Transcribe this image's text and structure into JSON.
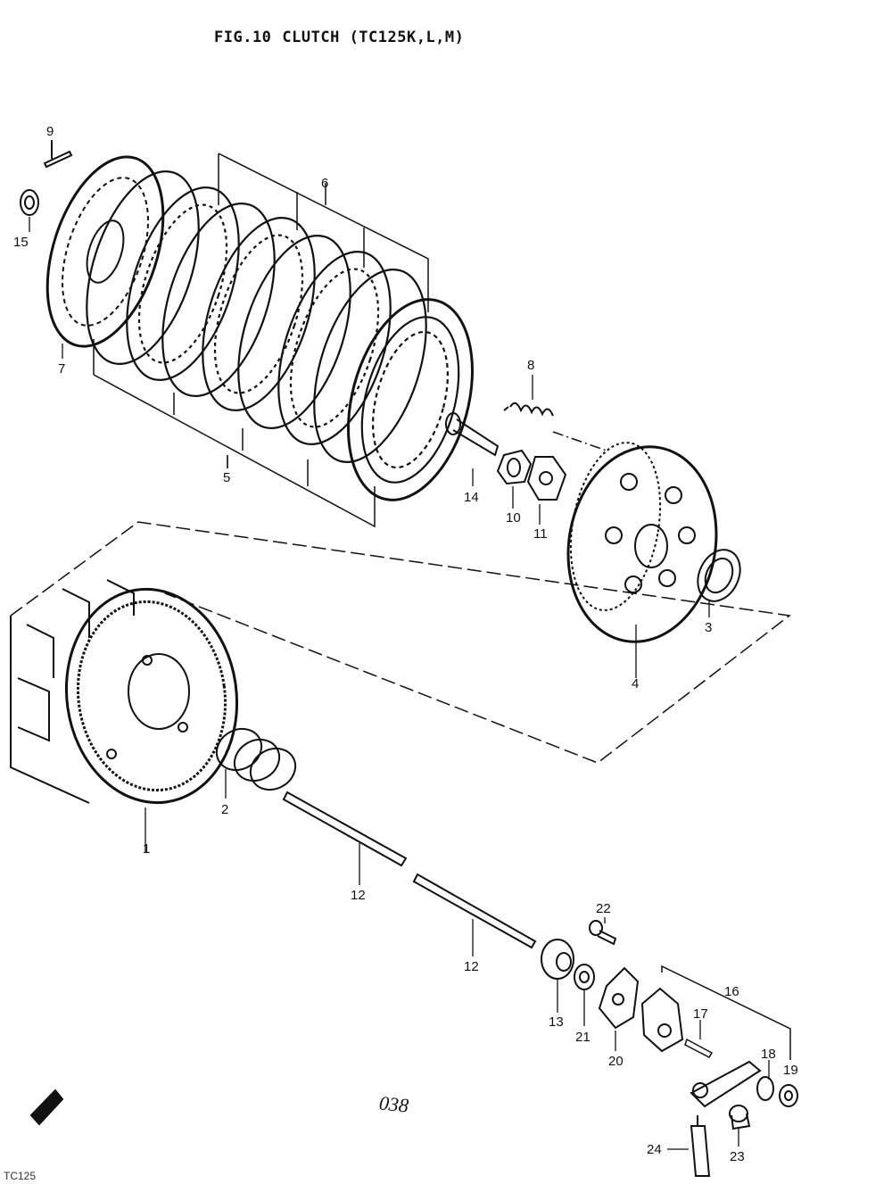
{
  "title": {
    "fig": "FIG.10",
    "name": "CLUTCH (TC125K,L,M)"
  },
  "parts": [
    {
      "id": "1",
      "label": "1"
    },
    {
      "id": "2",
      "label": "2"
    },
    {
      "id": "3",
      "label": "3"
    },
    {
      "id": "4",
      "label": "4"
    },
    {
      "id": "5",
      "label": "5"
    },
    {
      "id": "6",
      "label": "6"
    },
    {
      "id": "7",
      "label": "7"
    },
    {
      "id": "8",
      "label": "8"
    },
    {
      "id": "9",
      "label": "9"
    },
    {
      "id": "10",
      "label": "10"
    },
    {
      "id": "11",
      "label": "11"
    },
    {
      "id": "12a",
      "label": "12"
    },
    {
      "id": "12b",
      "label": "12"
    },
    {
      "id": "13",
      "label": "13"
    },
    {
      "id": "14",
      "label": "14"
    },
    {
      "id": "15",
      "label": "15"
    },
    {
      "id": "16",
      "label": "16"
    },
    {
      "id": "17",
      "label": "17"
    },
    {
      "id": "18",
      "label": "18"
    },
    {
      "id": "19",
      "label": "19"
    },
    {
      "id": "20",
      "label": "20"
    },
    {
      "id": "21",
      "label": "21"
    },
    {
      "id": "22",
      "label": "22"
    },
    {
      "id": "23",
      "label": "23"
    },
    {
      "id": "24",
      "label": "24"
    }
  ],
  "page_number": "038",
  "corner_code": "TC125"
}
